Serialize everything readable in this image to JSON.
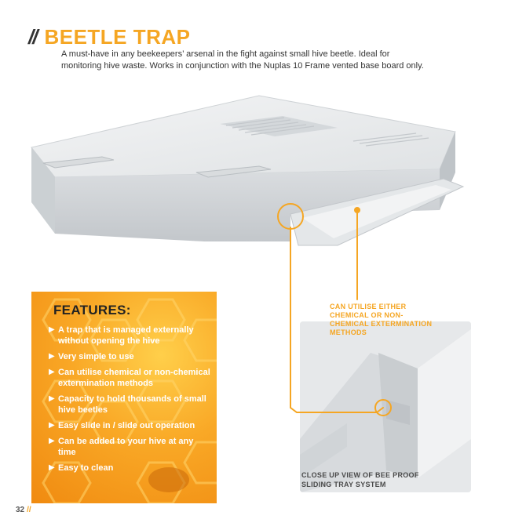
{
  "header": {
    "slashes": "//",
    "title": "BEETLE TRAP",
    "intro": "A must-have in any beekeepers’ arsenal in the fight against small hive beetle. Ideal for monitoring hive waste. Works in conjunction with the Nuplas 10 Frame vented base board only."
  },
  "features": {
    "heading": "FEATURES:",
    "items": [
      "A trap that is managed externally without opening the hive",
      "Very simple to use",
      "Can utilise chemical or non-chemical extermination methods",
      "Capacity to hold thousands of small hive beetles",
      "Easy slide in / slide out operation",
      "Can be added to your hive at any time",
      "Easy to clean"
    ]
  },
  "callouts": {
    "chemical": "CAN UTILISE EITHER CHEMICAL OR NON-CHEMICAL EXTERMINATION METHODS",
    "closeup": "CLOSE UP VIEW OF BEE PROOF SLIDING TRAY SYSTEM"
  },
  "footer": {
    "page_number": "32",
    "slash": "//"
  },
  "colors": {
    "accent": "#f5a623",
    "text": "#333333"
  }
}
